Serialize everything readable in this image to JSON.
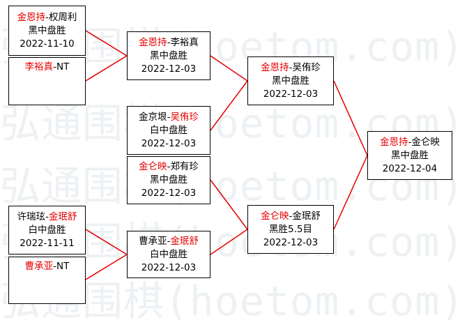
{
  "watermark": {
    "text": "弘通围棋(hoetom.com)"
  },
  "matches": [
    {
      "id": "r1m1",
      "p1": "金恩持",
      "p2": "权周利",
      "winner": 1,
      "result": "黑中盘胜",
      "date": "2022-11-10"
    },
    {
      "id": "r1m2",
      "p1": "李裕真",
      "p2": "NT",
      "winner": 1,
      "result": "",
      "date": ""
    },
    {
      "id": "r2m1",
      "p1": "金恩持",
      "p2": "李裕真",
      "winner": 1,
      "result": "黑中盘胜",
      "date": "2022-12-03"
    },
    {
      "id": "r2m2",
      "p1": "金京垠",
      "p2": "吴侑珍",
      "winner": 2,
      "result": "白中盘胜",
      "date": "2022-12-03"
    },
    {
      "id": "r3m1",
      "p1": "金恩持",
      "p2": "吴侑珍",
      "winner": 1,
      "result": "黑中盘胜",
      "date": "2022-12-03"
    },
    {
      "id": "r2m3",
      "p1": "金仑映",
      "p2": "郑有珍",
      "winner": 1,
      "result": "黑中盘胜",
      "date": "2022-12-03"
    },
    {
      "id": "r1m3",
      "p1": "许瑞玹",
      "p2": "金珉舒",
      "winner": 2,
      "result": "白中盘胜",
      "date": "2022-11-11"
    },
    {
      "id": "r1m4",
      "p1": "曹承亚",
      "p2": "NT",
      "winner": 1,
      "result": "",
      "date": ""
    },
    {
      "id": "r2m4",
      "p1": "曹承亚",
      "p2": "金珉舒",
      "winner": 2,
      "result": "白中盘胜",
      "date": "2022-12-03"
    },
    {
      "id": "r3m2",
      "p1": "金仑映",
      "p2": "金珉舒",
      "winner": 1,
      "result": "黑胜5.5目",
      "date": "2022-12-03"
    },
    {
      "id": "final",
      "p1": "金恩持",
      "p2": "金仑映",
      "winner": 1,
      "result": "黑中盘胜",
      "date": "2022-12-04"
    }
  ],
  "colors": {
    "winner": "#e60000",
    "connector": "#e60000",
    "border": "#000000"
  }
}
